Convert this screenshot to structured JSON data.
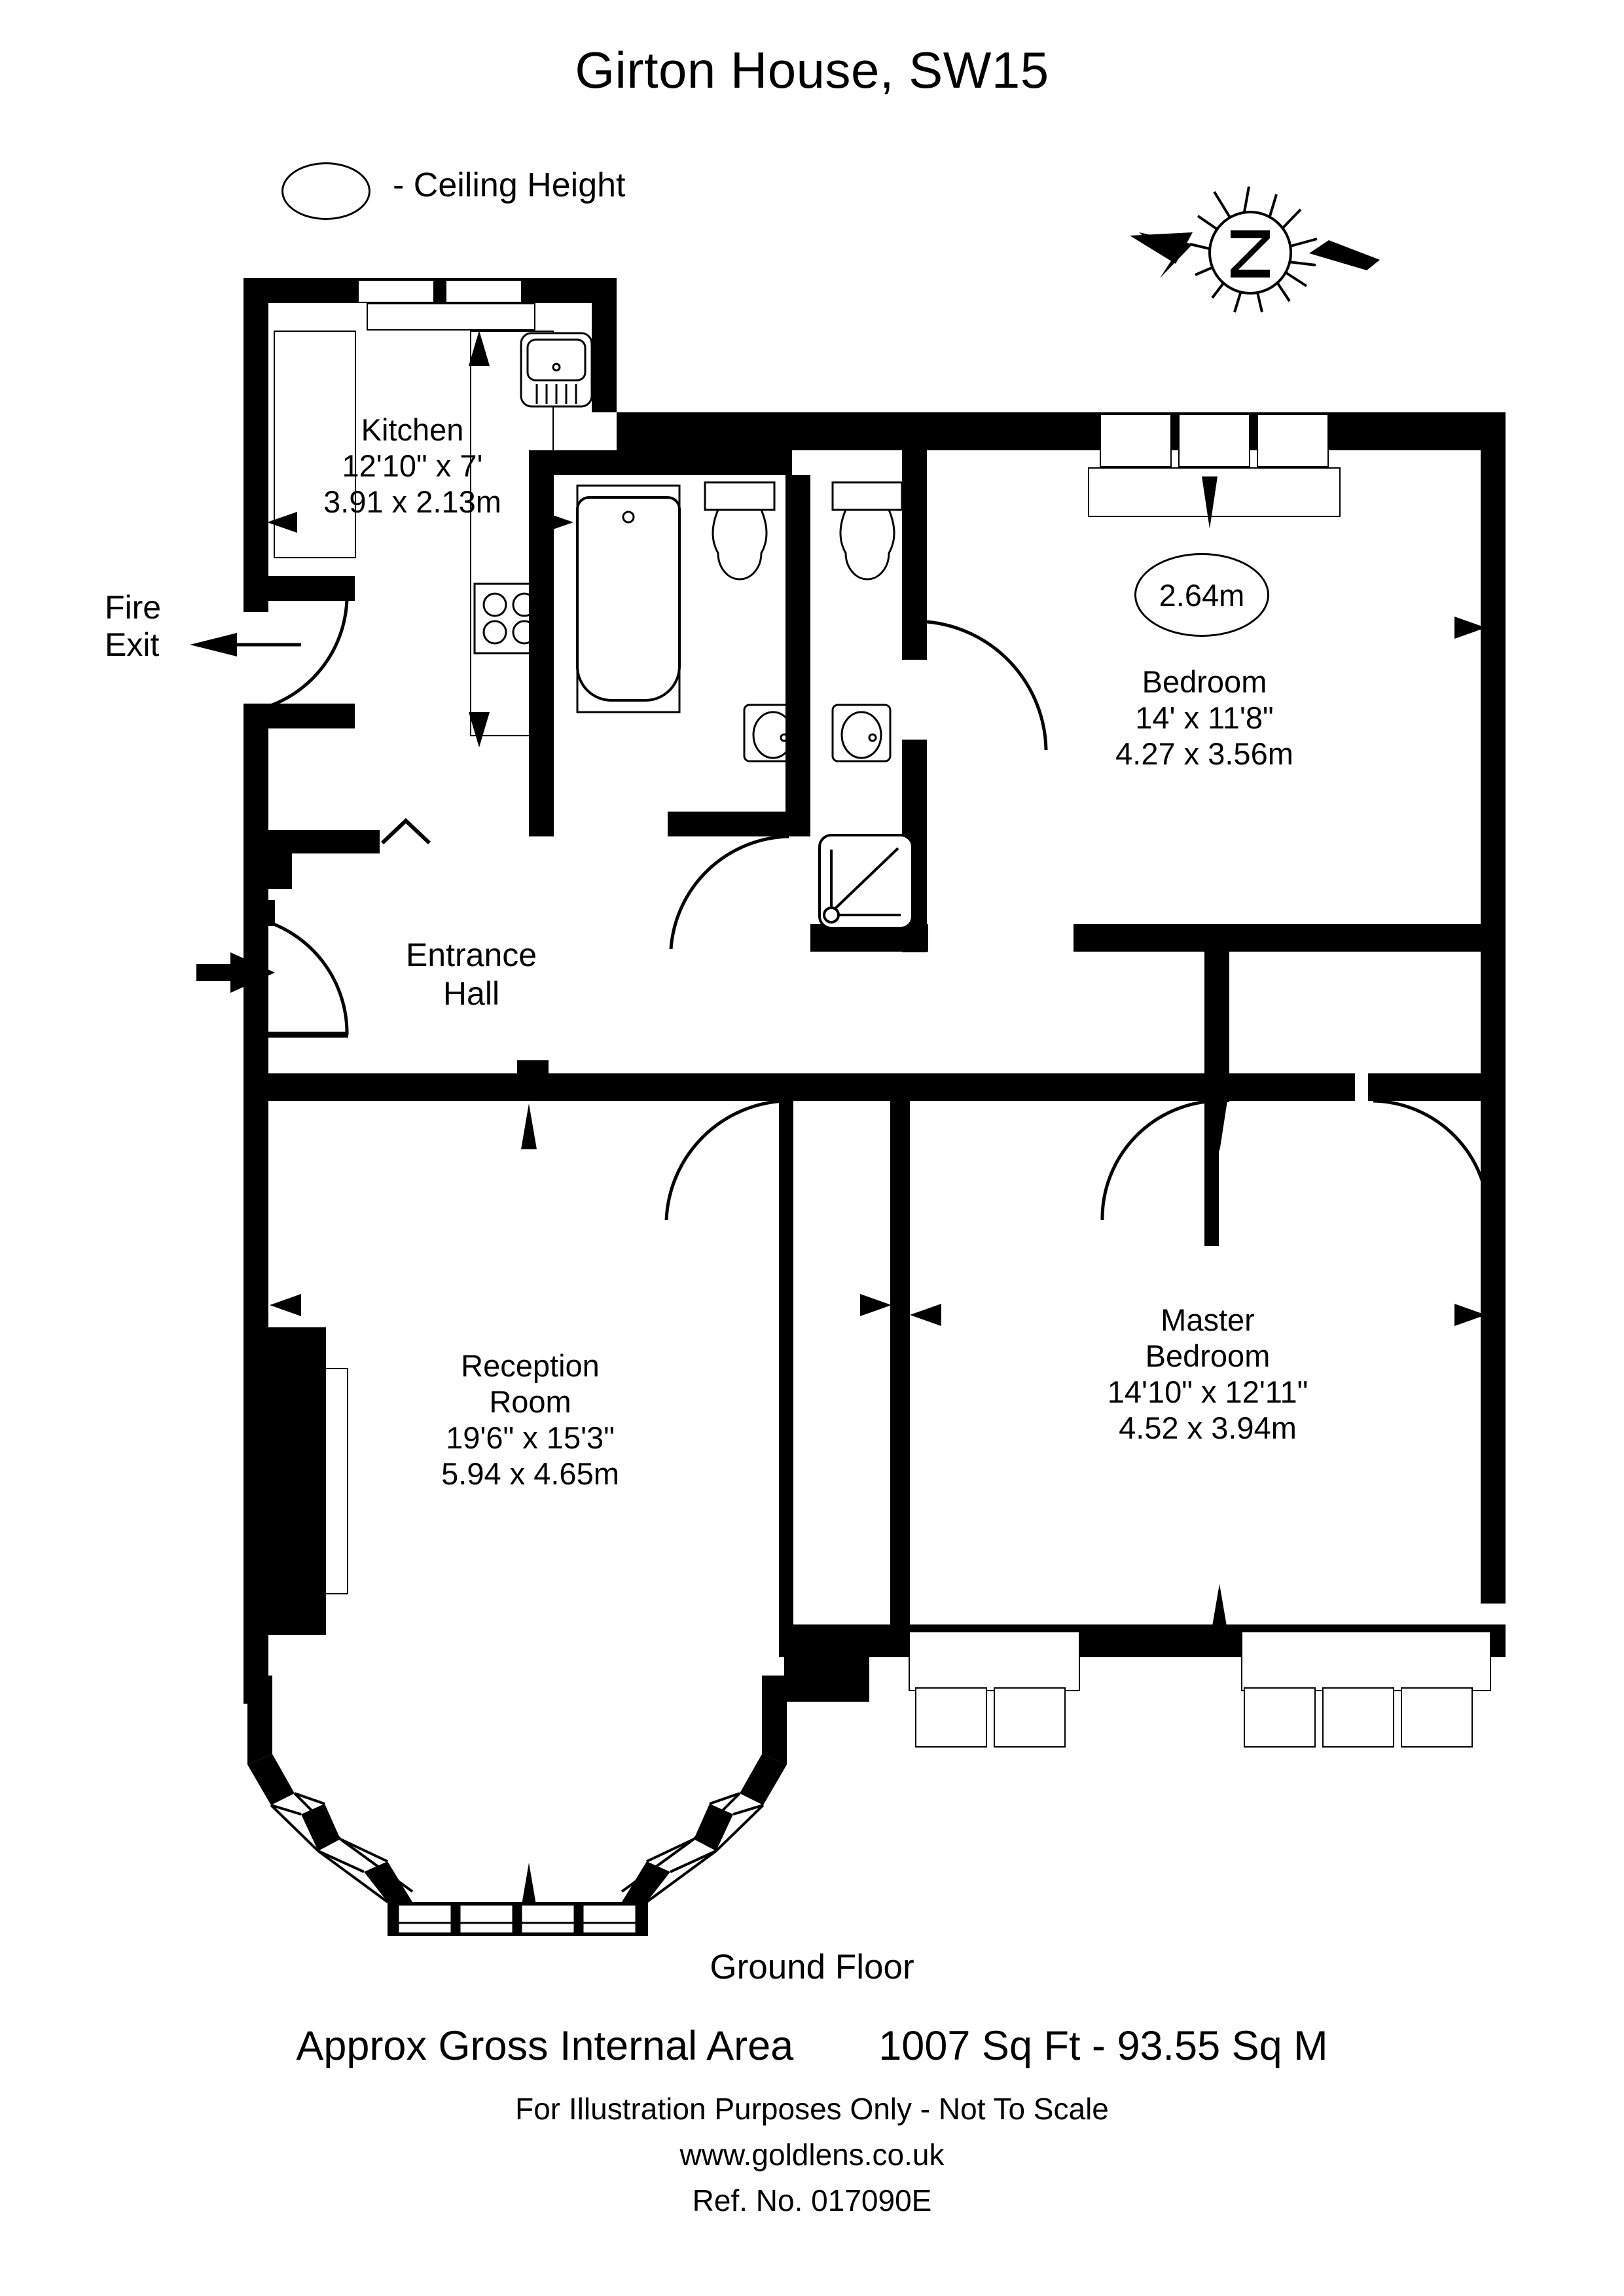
{
  "title": "Girton House, SW15",
  "legend": {
    "symbol": "ellipse",
    "text": "- Ceiling Height"
  },
  "compass": {
    "label": "N",
    "direction": "up-left"
  },
  "annotations": {
    "fire_exit": "Fire\nExit",
    "fire_exit_line1": "Fire",
    "fire_exit_line2": "Exit",
    "entrance_hall_line1": "Entrance",
    "entrance_hall_line2": "Hall"
  },
  "rooms": [
    {
      "name": "Kitchen",
      "imperial": "12'10\" x 7'",
      "metric": "3.91 x 2.13m"
    },
    {
      "name": "Bedroom",
      "imperial": "14' x 11'8\"",
      "metric": "4.27 x 3.56m",
      "ceiling_height": "2.64m"
    },
    {
      "name": "Reception",
      "name2": "Room",
      "imperial": "19'6\" x 15'3\"",
      "metric": "5.94 x 4.65m"
    },
    {
      "name": "Master",
      "name2": "Bedroom",
      "imperial": "14'10\" x 12'11\"",
      "metric": "4.52 x 3.94m"
    }
  ],
  "footer": {
    "floor": "Ground Floor",
    "area_label": "Approx Gross Internal Area",
    "area_value": "1007 Sq Ft  -  93.55 Sq M",
    "disclaimer": "For Illustration Purposes Only - Not To Scale",
    "website": "www.goldlens.co.uk",
    "reference": "Ref. No. 017090E"
  },
  "colors": {
    "ink": "#000000",
    "paper": "#ffffff"
  }
}
